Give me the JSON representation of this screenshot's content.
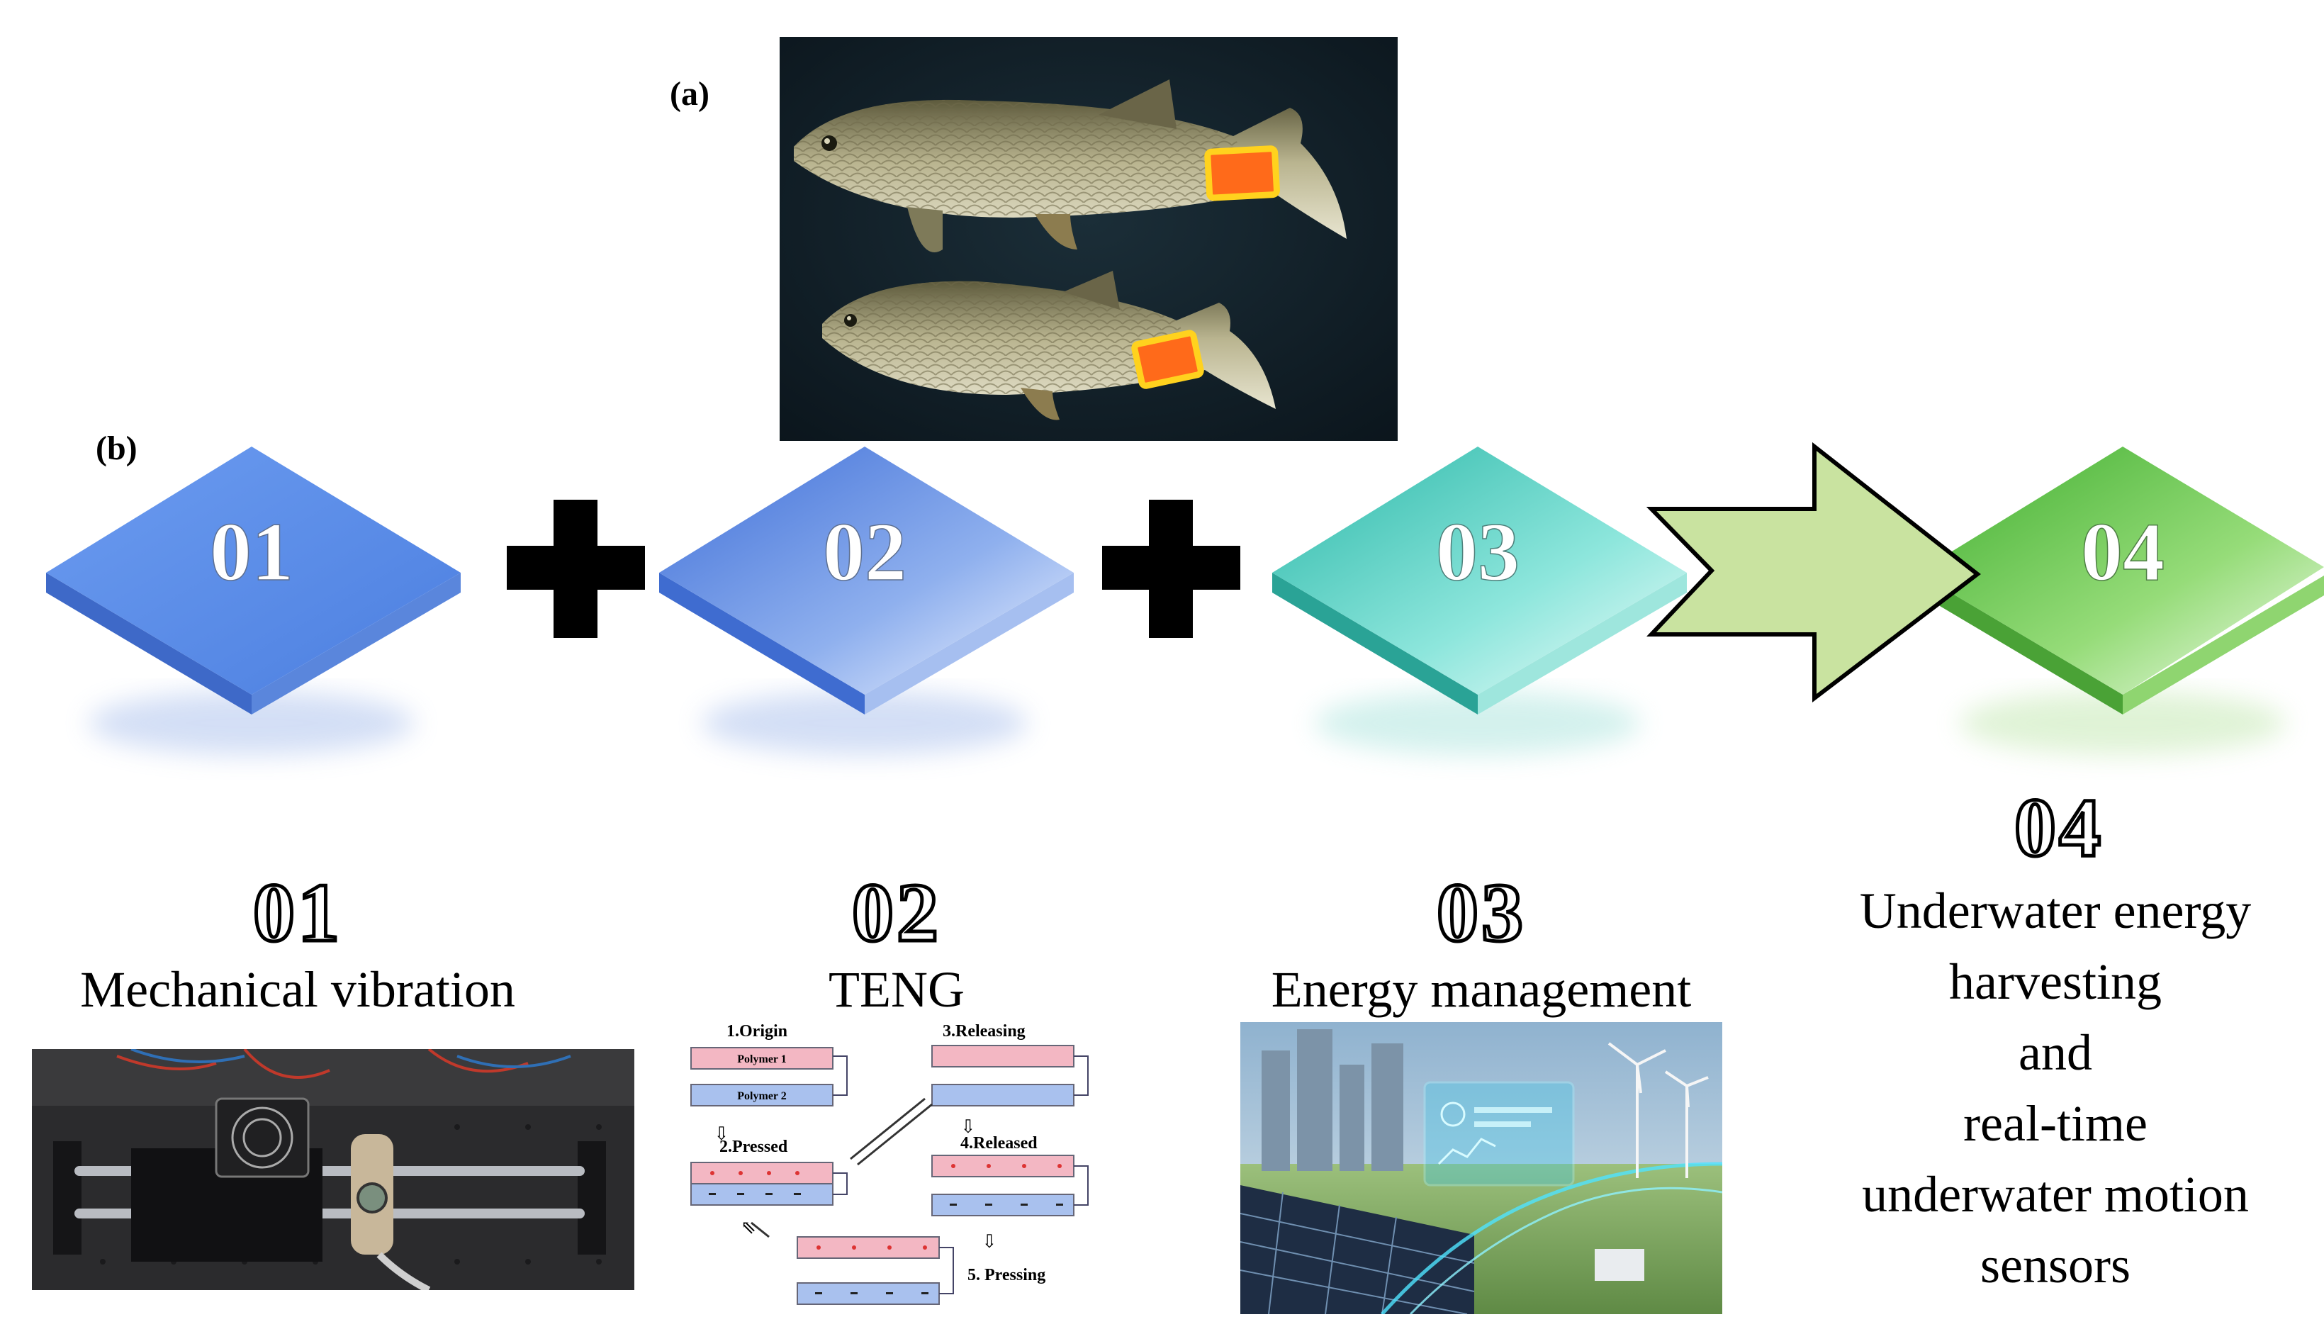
{
  "panel_labels": {
    "a": "(a)",
    "b": "(b)"
  },
  "steps": [
    {
      "num": "01",
      "caption": "Mechanical vibration",
      "color": "#5b8be0"
    },
    {
      "num": "02",
      "caption": "TENG",
      "color": "#5080dd"
    },
    {
      "num": "03",
      "caption": "Energy management",
      "color": "#48cfc1"
    },
    {
      "num": "04",
      "caption_lines": [
        "Underwater energy",
        "harvesting",
        "and",
        "real-time",
        "underwater motion",
        "sensors"
      ],
      "color": "#6cc94f"
    }
  ],
  "arrow_color": "#c9e3a0",
  "teng": {
    "origin": "1.Origin",
    "pressed": "2.Pressed",
    "releasing": "3.Releasing",
    "released": "4.Released",
    "pressing": "5. Pressing",
    "polymer1": "Polymer 1",
    "polymer2": "Polymer 2"
  }
}
